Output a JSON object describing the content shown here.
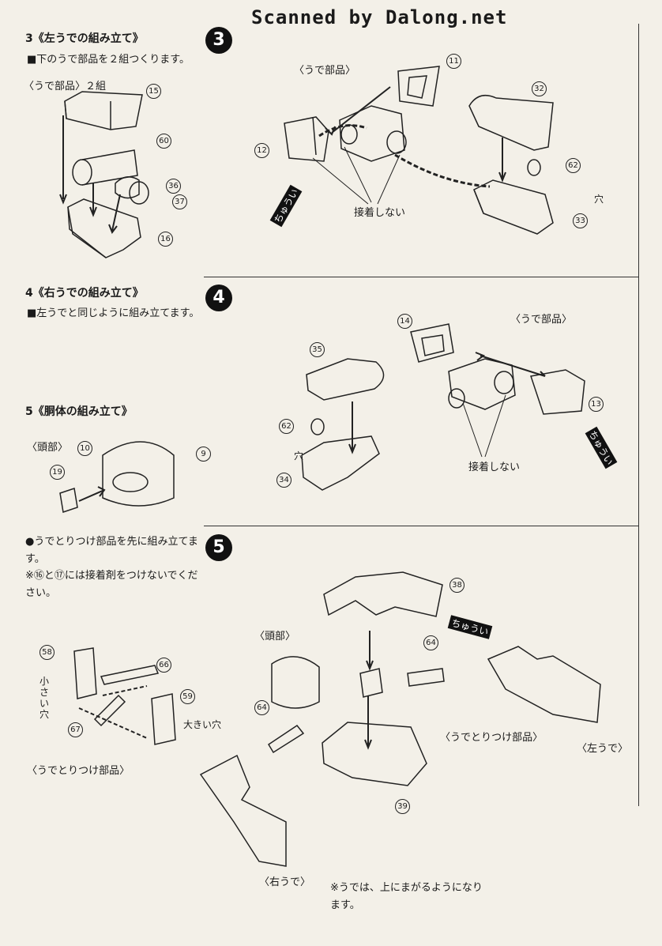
{
  "watermark": "Scanned by Dalong.net",
  "step3": {
    "badge": "3",
    "title": "3《左うでの組み立て》",
    "note": "■下のうで部品を２組つくります。",
    "group_label": "〈うで部品〉２組",
    "arm_label": "〈うで部品〉",
    "caution": "ちゅうい",
    "no_glue": "接着しない",
    "hole": "穴",
    "parts": [
      "15",
      "60",
      "36",
      "37",
      "16",
      "11",
      "32",
      "12",
      "62",
      "33"
    ]
  },
  "step4": {
    "badge": "4",
    "title": "4《右うでの組み立て》",
    "note": "■左うでと同じように組み立てます。",
    "arm_label": "〈うで部品〉",
    "caution": "ちゅうい",
    "no_glue": "接着しない",
    "hole": "穴",
    "parts": [
      "14",
      "35",
      "13",
      "62",
      "34"
    ]
  },
  "step5": {
    "title": "5《胴体の組み立て》",
    "head_label": "〈頭部〉",
    "parts": [
      "10",
      "9",
      "19"
    ]
  },
  "step5b": {
    "badge": "5",
    "note1": "●うでとりつけ部品を先に組み立てます。",
    "note2": "※⑯と⑰には接着剤をつけないでください。",
    "small_hole": "小さい穴",
    "big_hole": "大きい穴",
    "attach_label": "〈うでとりつけ部品〉",
    "head_label": "〈頭部〉",
    "caution": "ちゅうい",
    "left_arm": "〈左うで〉",
    "right_arm": "〈右うで〉",
    "footnote": "※うでは、上にまがるようになります。",
    "parts": [
      "58",
      "66",
      "59",
      "67",
      "38",
      "64",
      "64",
      "39"
    ]
  }
}
